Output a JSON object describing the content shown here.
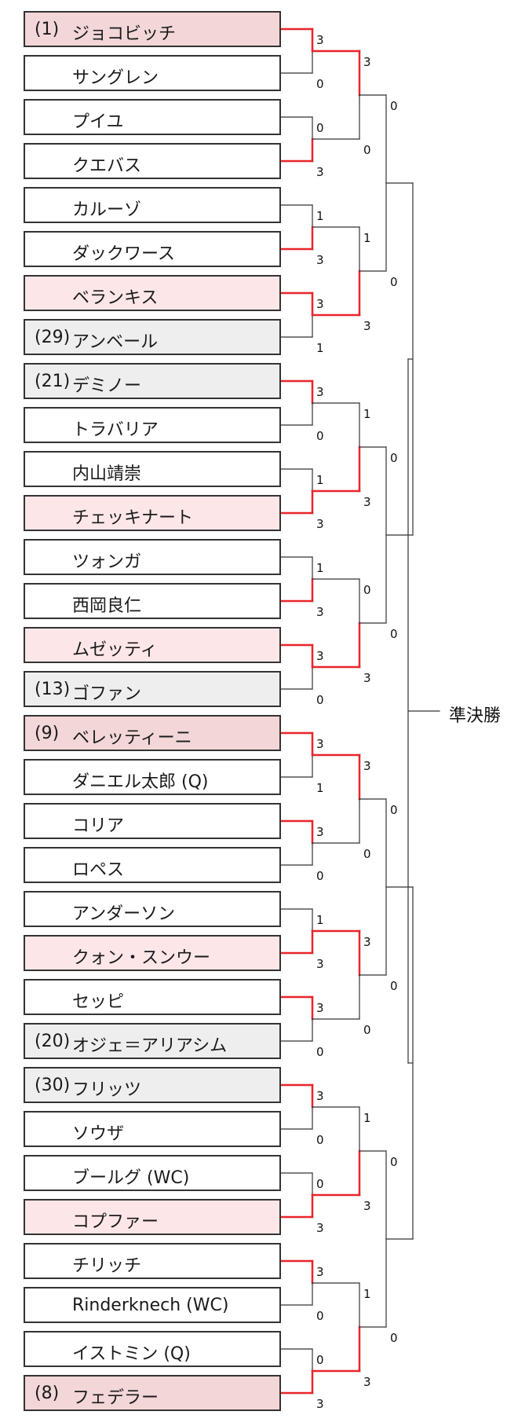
{
  "title": "準決勝",
  "colors": {
    "seeded_winner": "#f2d6d8",
    "winner": "#fde6e8",
    "seeded": "#eeeeee",
    "plain": "#ffffff",
    "win_line": "#e8252b",
    "line": "#333333"
  },
  "players": [
    {
      "seed": "(1)",
      "name": "ジョコビッチ",
      "style": "seeded_winner"
    },
    {
      "seed": "",
      "name": "サングレン",
      "style": "plain"
    },
    {
      "seed": "",
      "name": "プイユ",
      "style": "plain"
    },
    {
      "seed": "",
      "name": "クエバス",
      "style": "plain"
    },
    {
      "seed": "",
      "name": "カルーゾ",
      "style": "plain"
    },
    {
      "seed": "",
      "name": "ダックワース",
      "style": "plain"
    },
    {
      "seed": "",
      "name": "ベランキス",
      "style": "winner"
    },
    {
      "seed": "(29)",
      "name": "アンベール",
      "style": "seeded"
    },
    {
      "seed": "(21)",
      "name": "デミノー",
      "style": "seeded"
    },
    {
      "seed": "",
      "name": "トラバリア",
      "style": "plain"
    },
    {
      "seed": "",
      "name": "内山靖崇",
      "style": "plain"
    },
    {
      "seed": "",
      "name": "チェッキナート",
      "style": "winner"
    },
    {
      "seed": "",
      "name": "ツォンガ",
      "style": "plain"
    },
    {
      "seed": "",
      "name": "西岡良仁",
      "style": "plain"
    },
    {
      "seed": "",
      "name": "ムゼッティ",
      "style": "winner"
    },
    {
      "seed": "(13)",
      "name": "ゴファン",
      "style": "seeded"
    },
    {
      "seed": "(9)",
      "name": "ベレッティーニ",
      "style": "seeded_winner"
    },
    {
      "seed": "",
      "name": "ダニエル太郎 (Q)",
      "style": "plain"
    },
    {
      "seed": "",
      "name": "コリア",
      "style": "plain"
    },
    {
      "seed": "",
      "name": "ロペス",
      "style": "plain"
    },
    {
      "seed": "",
      "name": "アンダーソン",
      "style": "plain"
    },
    {
      "seed": "",
      "name": "クォン・スンウー",
      "style": "winner"
    },
    {
      "seed": "",
      "name": "セッピ",
      "style": "plain"
    },
    {
      "seed": "(20)",
      "name": "オジェ＝アリアシム",
      "style": "seeded"
    },
    {
      "seed": "(30)",
      "name": "フリッツ",
      "style": "seeded"
    },
    {
      "seed": "",
      "name": "ソウザ",
      "style": "plain"
    },
    {
      "seed": "",
      "name": "ブールグ (WC)",
      "style": "plain"
    },
    {
      "seed": "",
      "name": "コプファー",
      "style": "winner"
    },
    {
      "seed": "",
      "name": "チリッチ",
      "style": "plain"
    },
    {
      "seed": "",
      "name": "Rinderknech (WC)",
      "style": "plain"
    },
    {
      "seed": "",
      "name": "イストミン (Q)",
      "style": "plain"
    },
    {
      "seed": "(8)",
      "name": "フェデラー",
      "style": "seeded_winner"
    }
  ],
  "rounds": [
    [
      [
        3,
        0
      ],
      [
        0,
        3
      ],
      [
        1,
        3
      ],
      [
        3,
        1
      ],
      [
        3,
        0
      ],
      [
        1,
        3
      ],
      [
        1,
        3
      ],
      [
        3,
        0
      ],
      [
        3,
        1
      ],
      [
        3,
        0
      ],
      [
        1,
        3
      ],
      [
        3,
        0
      ],
      [
        3,
        0
      ],
      [
        0,
        3
      ],
      [
        3,
        0
      ],
      [
        0,
        3
      ]
    ],
    [
      [
        3,
        0
      ],
      [
        1,
        3
      ],
      [
        1,
        3
      ],
      [
        0,
        3
      ],
      [
        3,
        0
      ],
      [
        3,
        0
      ],
      [
        1,
        3
      ],
      [
        1,
        3
      ]
    ],
    [
      [
        0,
        0
      ],
      [
        0,
        0
      ],
      [
        0,
        0
      ],
      [
        0,
        0
      ]
    ]
  ]
}
